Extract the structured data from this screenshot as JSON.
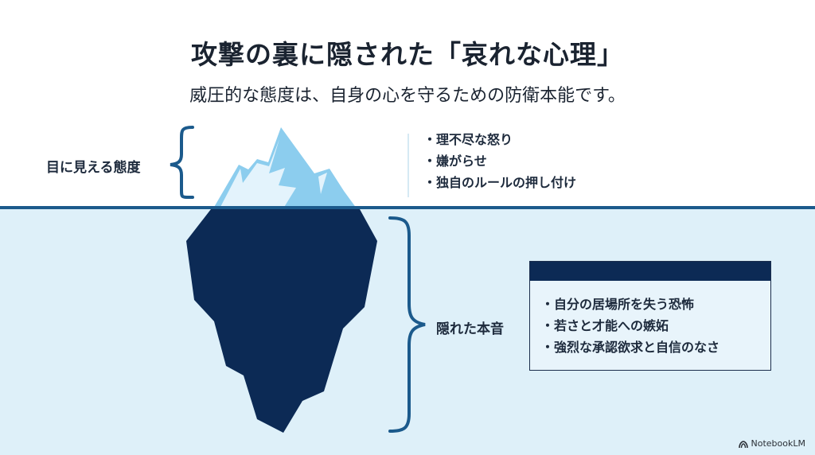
{
  "title": "攻撃の裏に隠された「哀れな心理」",
  "subtitle": "威圧的な態度は、自身の心を守るための防衛本能です。",
  "above_water": {
    "label": "目に見える態度",
    "items": [
      "理不尽な怒り",
      "嫌がらせ",
      "独自のルールの押し付け"
    ]
  },
  "below_water": {
    "label": "隠れた本音",
    "box_header": "",
    "items": [
      "自分の居場所を失う恐怖",
      "若さと才能への嫉妬",
      "強烈な承認欲求と自信のなさ"
    ]
  },
  "branding": {
    "icon": "notebooklm-logo-icon",
    "text": "NotebookLM"
  },
  "colors": {
    "water": "#def0f9",
    "waterline": "#1b5a8c",
    "iceberg_tip": "#8ccdee",
    "iceberg_tip_light": "#dff1fb",
    "iceberg_body": "#0c2a55",
    "brace": "#1b5a8c",
    "box_header": "#0c2a55"
  }
}
